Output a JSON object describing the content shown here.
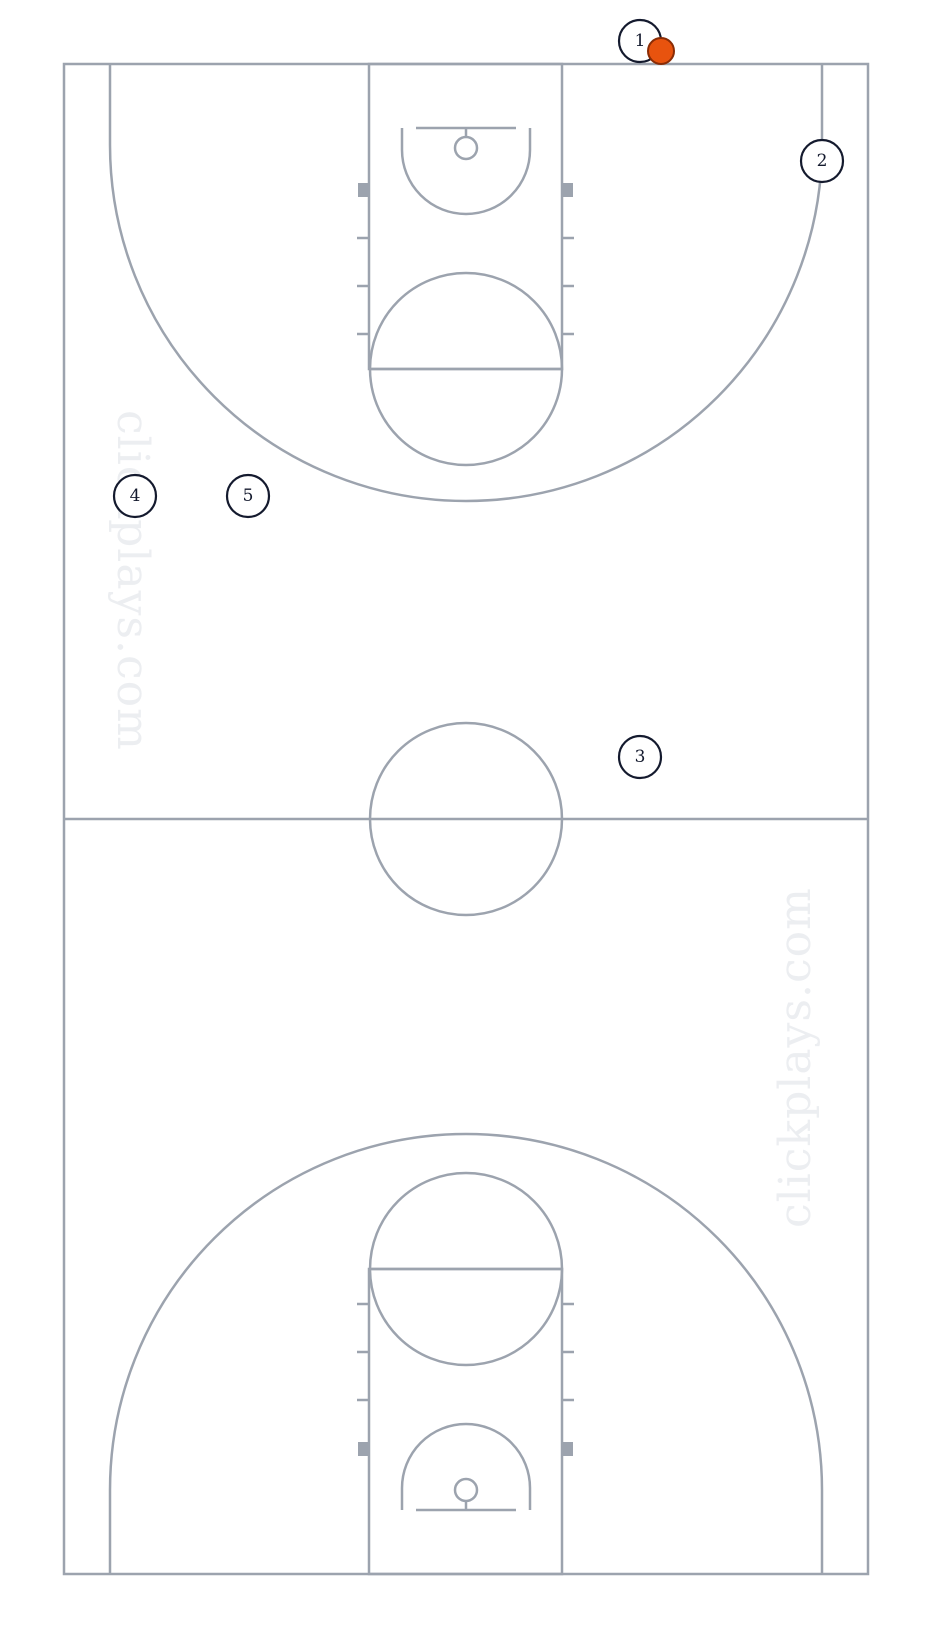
{
  "watermark": {
    "text": "clickplays.com"
  },
  "players": [
    {
      "label": "1"
    },
    {
      "label": "2"
    },
    {
      "label": "3"
    },
    {
      "label": "4"
    },
    {
      "label": "5"
    }
  ],
  "colors": {
    "court_lines": "#9ca3ae",
    "player_outline": "#141a2e",
    "ball": "#e8530e",
    "watermark": "#eceef1"
  },
  "icons": {
    "ball": "basketball-icon"
  }
}
